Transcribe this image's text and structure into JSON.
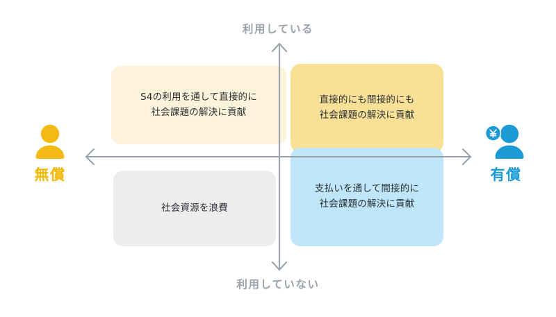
{
  "diagram": {
    "type": "2x2-quadrant-matrix",
    "vertical_axis": {
      "top_label": "利用している",
      "bottom_label": "利用していない",
      "arrow": "double-ended-vertical",
      "color": "#9aa2ab"
    },
    "horizontal_axis": {
      "left_label": "無償",
      "right_label": "有償",
      "arrow": "double-ended-horizontal",
      "color": "#9aa2ab"
    },
    "endpoints": {
      "left": {
        "icon": "person-icon",
        "caption": "無償",
        "color": "#f5b914",
        "caption_color": "#f2b705"
      },
      "right": {
        "icon": "person-with-yen-coin-icon",
        "caption": "有償",
        "currency_glyph": "¥",
        "color": "#1b9ad6",
        "caption_color": "#1b9ad6"
      }
    },
    "quadrants": [
      {
        "id": "top-left",
        "position": "free / using",
        "text": "S4の利用を通して直接的に\n社会課題の解決に貢献",
        "fill": "#fdf3da"
      },
      {
        "id": "top-right",
        "position": "paid / using",
        "text": "直接的にも間接的にも\n社会課題の解決に貢献",
        "fill": "#f8e197"
      },
      {
        "id": "bottom-left",
        "position": "free / not using",
        "text": "社会資源を浪費",
        "fill": "#ededed"
      },
      {
        "id": "bottom-right",
        "position": "paid / not using",
        "text": "支払いを通して間接的に\n社会課題の解決に貢献",
        "fill": "#bfe6f8"
      }
    ]
  }
}
